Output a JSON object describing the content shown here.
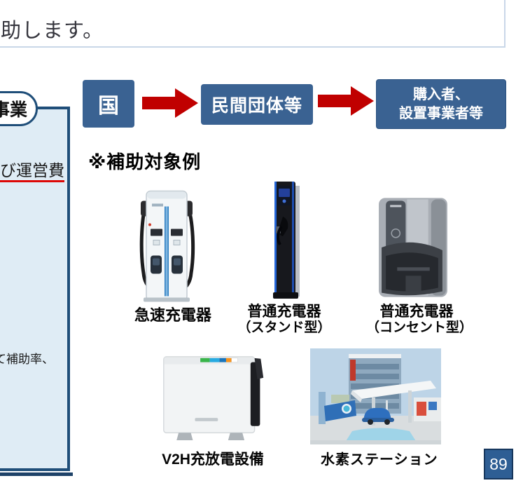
{
  "header": {
    "partial_text": "助します。"
  },
  "sidebar": {
    "pill_label": "事業",
    "cost_line": "び運営費",
    "rate_line": "て補助率、"
  },
  "flow": {
    "node_national": "国",
    "node_private": "民間団体等",
    "node_purchaser_line1": "購入者、",
    "node_purchaser_line2": "設置事業者等"
  },
  "examples": {
    "heading": "※補助対象例",
    "items": [
      {
        "name": "rapid-charger",
        "label": "急速充電器"
      },
      {
        "name": "standard-charger-stand",
        "label_line1": "普通充電器",
        "label_line2": "（スタンド型）"
      },
      {
        "name": "standard-charger-outlet",
        "label_line1": "普通充電器",
        "label_line2": "（コンセント型）"
      },
      {
        "name": "v2h-equipment",
        "label": "V2H充放電設備"
      },
      {
        "name": "hydrogen-station",
        "label": "水素ステーション"
      }
    ]
  },
  "footer": {
    "page_number": "89"
  },
  "colors": {
    "node_blue": "#3A6292",
    "arrow_red": "#C00000",
    "panel_fill": "#DFECF5",
    "panel_border": "#1F4E79",
    "underline_red": "#DD0806",
    "divider_blue": "#C9D7E8",
    "page_box_blue": "#2E5E94"
  }
}
